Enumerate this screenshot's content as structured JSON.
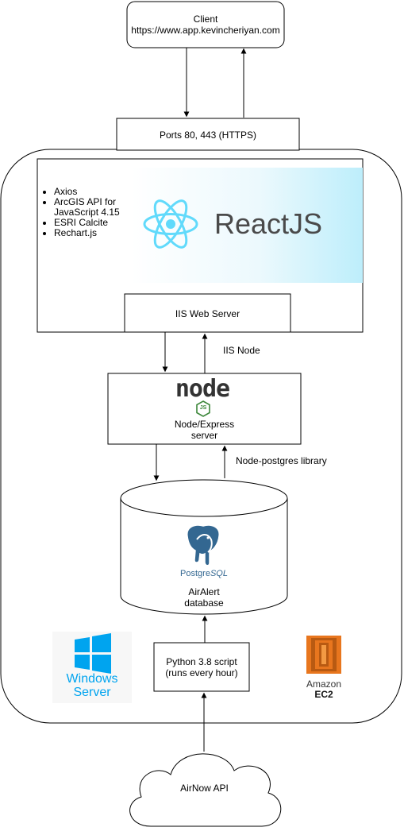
{
  "client": {
    "title": "Client",
    "url": "https://www.app.kevincheriyan.com"
  },
  "ports": {
    "label": "Ports 80, 443 (HTTPS)"
  },
  "frontend": {
    "libraries": [
      "Axios",
      "ArcGIS API for JavaScript 4.15",
      "ESRI Calcite",
      "Rechart.js"
    ],
    "react_logo_text": "ReactJS",
    "web_server": "IIS Web Server"
  },
  "iis_node": {
    "label": "IIS Node"
  },
  "node_server": {
    "logo_text": "node",
    "logo_badge": "JS",
    "label_line1": "Node/Express",
    "label_line2": "server"
  },
  "node_postgres": {
    "label": "Node-postgres library"
  },
  "database": {
    "logo_text_a": "Postgre",
    "logo_text_b": "SQL",
    "label_line1": "AirAlert",
    "label_line2": "database"
  },
  "windows": {
    "line1": "Windows",
    "line2": "Server"
  },
  "python": {
    "line1": "Python 3.8 script",
    "line2": "(runs every hour)"
  },
  "aws": {
    "line1": "Amazon",
    "line2": "EC2"
  },
  "airnow": {
    "label": "AirNow API"
  },
  "colors": {
    "react_blue": "#61dafb",
    "postgres_blue": "#336791",
    "windows_blue": "#00a4ef",
    "ec2_orange": "#e8761e",
    "node_green": "#3c873a"
  }
}
